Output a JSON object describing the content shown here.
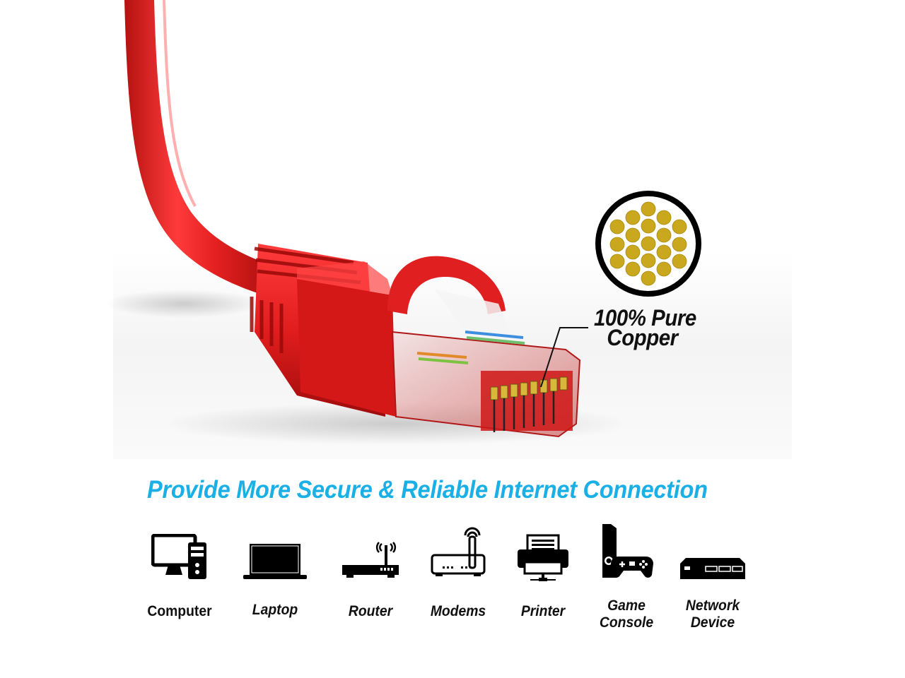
{
  "image": {
    "subject": "red-ethernet-cable-rj45-connector",
    "cable_color": "#e01e1e",
    "background": "#ffffff"
  },
  "callout": {
    "line1": "100% Pure",
    "line2": "Copper",
    "strand_color": "#c9a81e",
    "ring_color": "#000000"
  },
  "headline": {
    "text": "Provide More Secure & Reliable Internet Connection",
    "color": "#1ab0e6"
  },
  "devices": [
    {
      "icon": "computer-icon",
      "label": "Computer"
    },
    {
      "icon": "laptop-icon",
      "label": "Laptop"
    },
    {
      "icon": "router-icon",
      "label": "Router"
    },
    {
      "icon": "modem-icon",
      "label": "Modems"
    },
    {
      "icon": "printer-icon",
      "label": "Printer"
    },
    {
      "icon": "game-console-icon",
      "label_line1": "Game",
      "label_line2": "Console"
    },
    {
      "icon": "network-device-icon",
      "label_line1": "Network",
      "label_line2": "Device"
    }
  ]
}
